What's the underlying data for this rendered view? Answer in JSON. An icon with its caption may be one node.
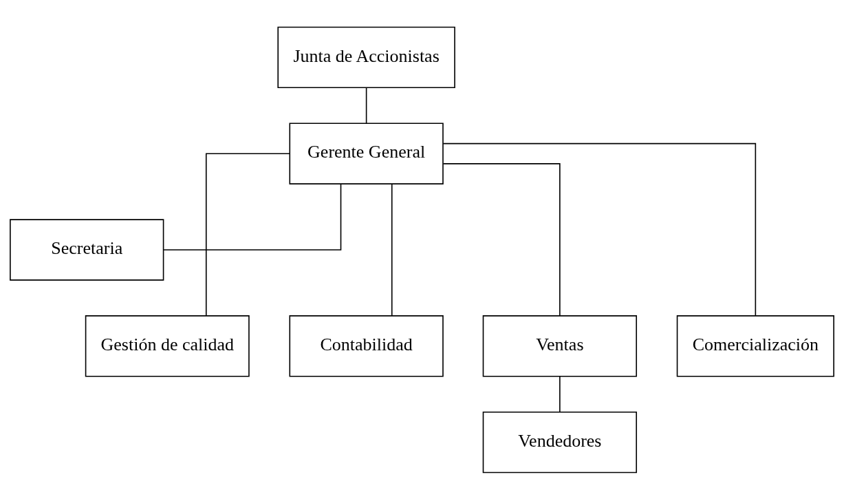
{
  "diagram": {
    "nodes": [
      {
        "text": [
          "Junta de Accionistas"
        ]
      },
      {
        "text": [
          "Gerente General"
        ]
      },
      {
        "text": [
          "Secretaria"
        ]
      },
      {
        "text": [
          "Gestión de calidad"
        ]
      },
      {
        "text": [
          "Contabilidad"
        ]
      },
      {
        "text": [
          "Ventas"
        ]
      },
      {
        "text": [
          "Comercialización"
        ]
      },
      {
        "text": [
          "Vendedores"
        ]
      }
    ],
    "edges": [
      {
        "from": 0,
        "to": 1,
        "arrow": "none"
      },
      {
        "from": 1,
        "to": 2,
        "arrow": "none"
      },
      {
        "from": 1,
        "to": 3,
        "arrow": "none"
      },
      {
        "from": 1,
        "to": 4,
        "arrow": "none"
      },
      {
        "from": 1,
        "to": 5,
        "arrow": "none"
      },
      {
        "from": 1,
        "to": 6,
        "arrow": "none"
      },
      {
        "from": 5,
        "to": 7,
        "arrow": "none"
      }
    ]
  }
}
